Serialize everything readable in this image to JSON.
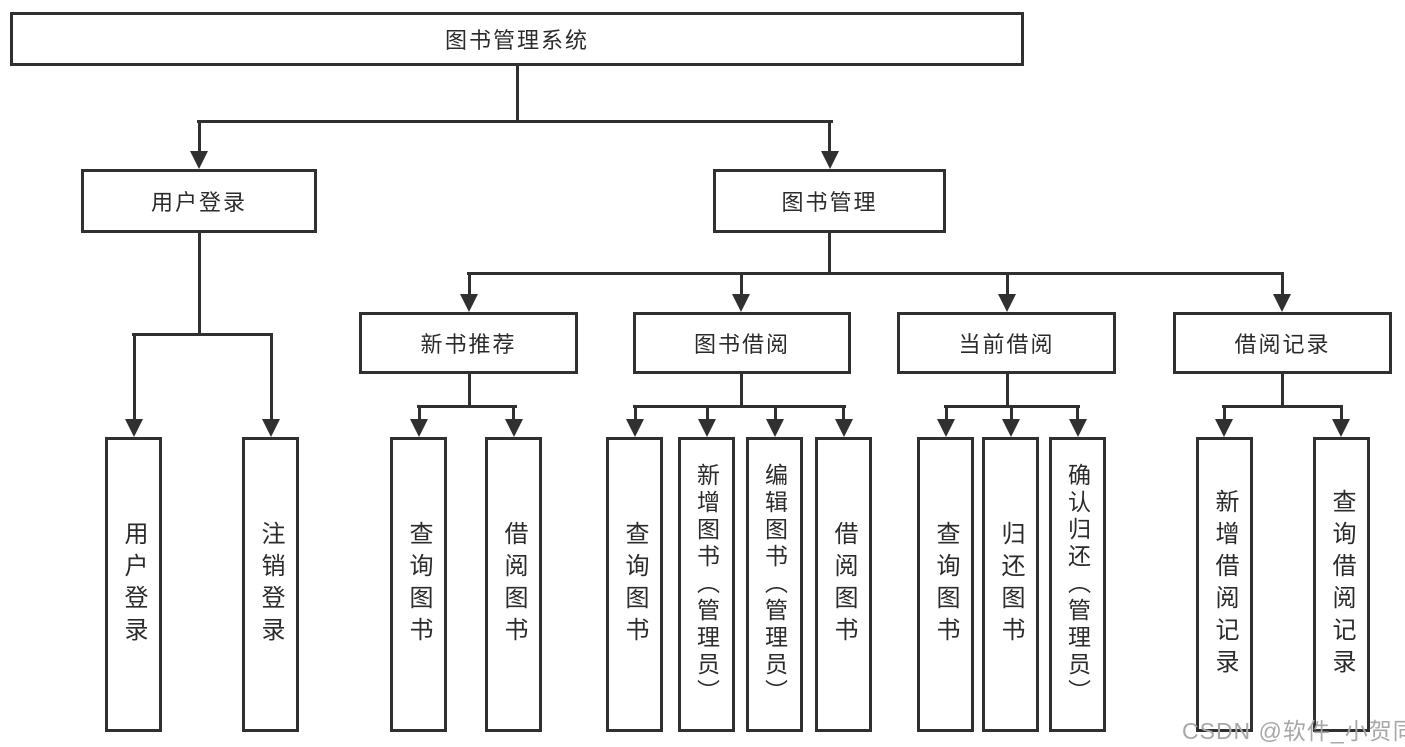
{
  "colors": {
    "line": "#303030",
    "text": "#2b2b2b",
    "background": "#ffffff",
    "watermark": "#a8a8a8"
  },
  "watermark": {
    "text": "CSDN @软件_小贺同学"
  },
  "tree": {
    "label": "图书管理系统",
    "children": [
      {
        "label": "用户登录",
        "children": [
          {
            "label": "用户登录"
          },
          {
            "label": "注销登录"
          }
        ]
      },
      {
        "label": "图书管理",
        "children": [
          {
            "label": "新书推荐",
            "children": [
              {
                "label": "查询图书"
              },
              {
                "label": "借阅图书"
              }
            ]
          },
          {
            "label": "图书借阅",
            "children": [
              {
                "label": "查询图书"
              },
              {
                "label": "新增图书（管理员）"
              },
              {
                "label": "编辑图书（管理员）"
              },
              {
                "label": "借阅图书"
              }
            ]
          },
          {
            "label": "当前借阅",
            "children": [
              {
                "label": "查询图书"
              },
              {
                "label": "归还图书"
              },
              {
                "label": "确认归还（管理员）"
              }
            ]
          },
          {
            "label": "借阅记录",
            "children": [
              {
                "label": "新增借阅记录"
              },
              {
                "label": "查询借阅记录"
              }
            ]
          }
        ]
      }
    ]
  }
}
